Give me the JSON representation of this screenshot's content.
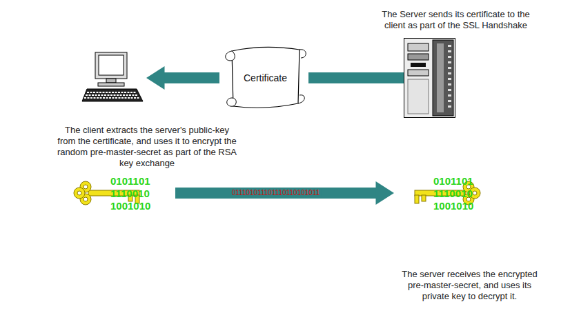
{
  "diagram": {
    "nodes": [
      {
        "text": [
          "The Server sends its certificate to the client as part of the SSL Handshake"
        ]
      },
      {
        "text": [
          "Certificate"
        ]
      },
      {
        "text": [
          "The client extracts the server's public-key from the certificate, and uses it to encrypt the random pre-master-secret as part of the RSA key exchange"
        ]
      },
      {
        "text": [
          "0101101 1110010 1001010"
        ]
      },
      {
        "text": [
          "0101101 1110010 1001010",
          "The server receives the encrypted pre-master-secret, and uses its private key to decrypt it."
        ]
      }
    ],
    "edges": [
      {
        "from": 0,
        "to": 1,
        "arrow": "none"
      },
      {
        "from": 1,
        "to": 2,
        "arrow": "to"
      },
      {
        "from": 3,
        "to": 4,
        "arrow": "to",
        "label": "011101011101110110101011"
      }
    ]
  }
}
